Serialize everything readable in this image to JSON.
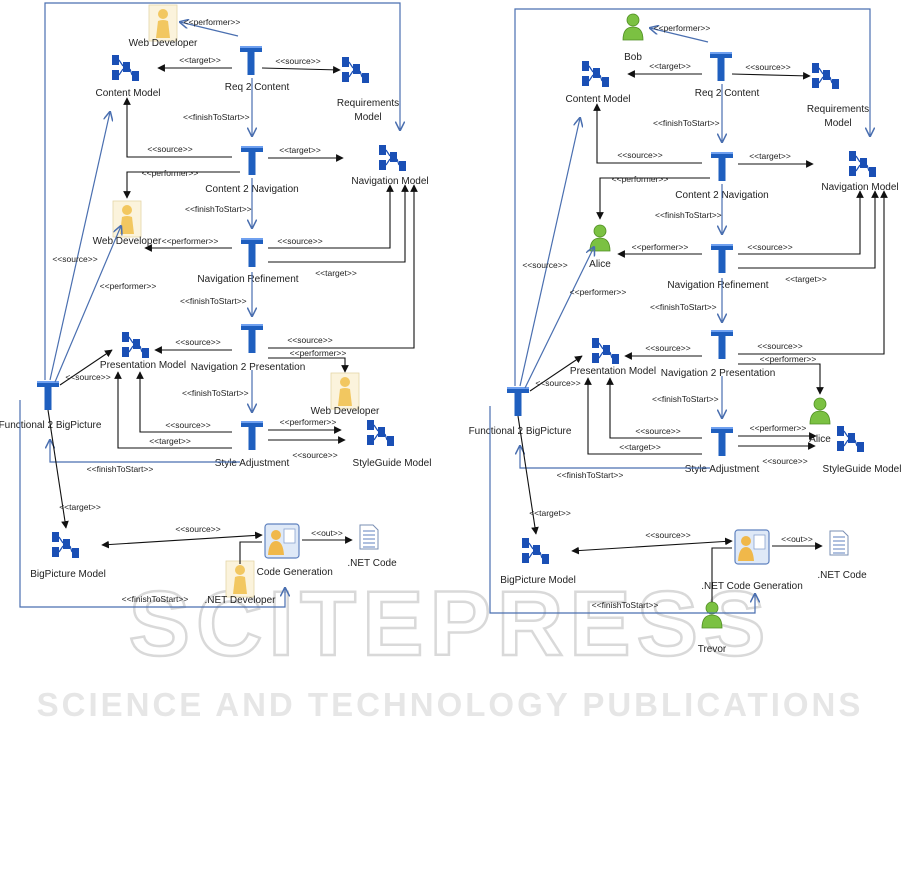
{
  "watermark": {
    "line1": "SCITEPRESS",
    "line2": "SCIENCE AND TECHNOLOGY PUBLICATIONS"
  },
  "icons": {
    "task": "task-icon",
    "model": "model-icon",
    "role": "role-person-icon",
    "person": "person-icon",
    "generator": "code-generator-icon",
    "document": "document-icon"
  },
  "colors": {
    "task_blue": "#1f5fbf",
    "model_blue": "#1a4fb5",
    "role_yellow": "#f2c760",
    "person_green": "#7bc142",
    "flow_line": "#4a6fb0"
  },
  "diagrams": [
    {
      "nodes": {
        "performer_top": "Web Developer",
        "req2content": "Req 2 Content",
        "content_model": "Content Model",
        "requirements_model": "Requirements Model",
        "navigation_model": "Navigation Model",
        "content2nav": "Content 2 Navigation",
        "performer_mid": "Web Developer",
        "nav_refinement": "Navigation Refinement",
        "presentation_model": "Presentation Model",
        "nav2pres": "Navigation 2 Presentation",
        "performer_bottom": "Web Developer",
        "functional2bp": "Functional 2 BigPicture",
        "style_adjustment": "Style Adjustment",
        "styleguide_model": "StyleGuide Model",
        "bigpicture_model": "BigPicture Model",
        "net_codegen": ".NET Code Generation",
        "net_code": ".NET Code",
        "net_developer": ".NET Developer"
      }
    },
    {
      "nodes": {
        "performer_top": "Bob",
        "req2content": "Req 2 Content",
        "content_model": "Content Model",
        "requirements_model": "Requirements Model",
        "navigation_model": "Navigation Model",
        "content2nav": "Content 2 Navigation",
        "performer_mid": "Alice",
        "nav_refinement": "Navigation Refinement",
        "presentation_model": "Presentation Model",
        "nav2pres": "Navigation 2 Presentation",
        "performer_bottom": "Alice",
        "functional2bp": "Functional 2 BigPicture",
        "style_adjustment": "Style Adjustment",
        "styleguide_model": "StyleGuide Model",
        "bigpicture_model": "BigPicture Model",
        "net_codegen": ".NET Code Generation",
        "net_code": ".NET Code",
        "net_developer": "Trevor"
      }
    }
  ],
  "stereotypes": {
    "performer": "<<performer>>",
    "target": "<<target>>",
    "source": "<<source>>",
    "finish_to_start": "<<finishToStart>>",
    "out": "<<out>>"
  }
}
